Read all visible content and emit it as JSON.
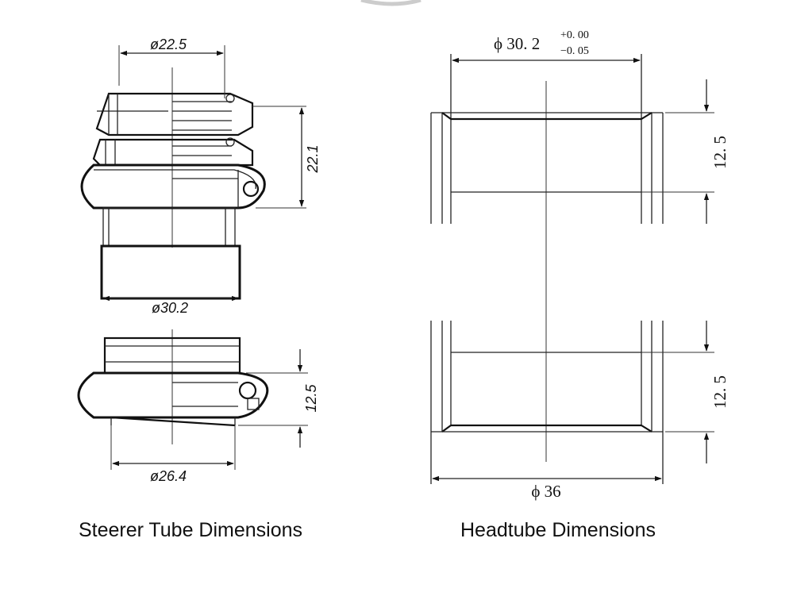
{
  "steerer": {
    "caption": "Steerer Tube Dimensions",
    "dim_top_width": "ø22.5",
    "dim_height": "22.1",
    "dim_bottom_width": "ø30.2",
    "dim_lower_height": "12.5",
    "dim_lower_width": "ø26.4"
  },
  "headtube": {
    "caption": "Headtube Dimensions",
    "dim_top_width_main": "ϕ 30. 2",
    "dim_top_tol_upper": "+0. 00",
    "dim_top_tol_lower": "−0. 05",
    "dim_upper_height": "12. 5",
    "dim_lower_height": "12. 5",
    "dim_bottom_width": "ϕ 36"
  }
}
